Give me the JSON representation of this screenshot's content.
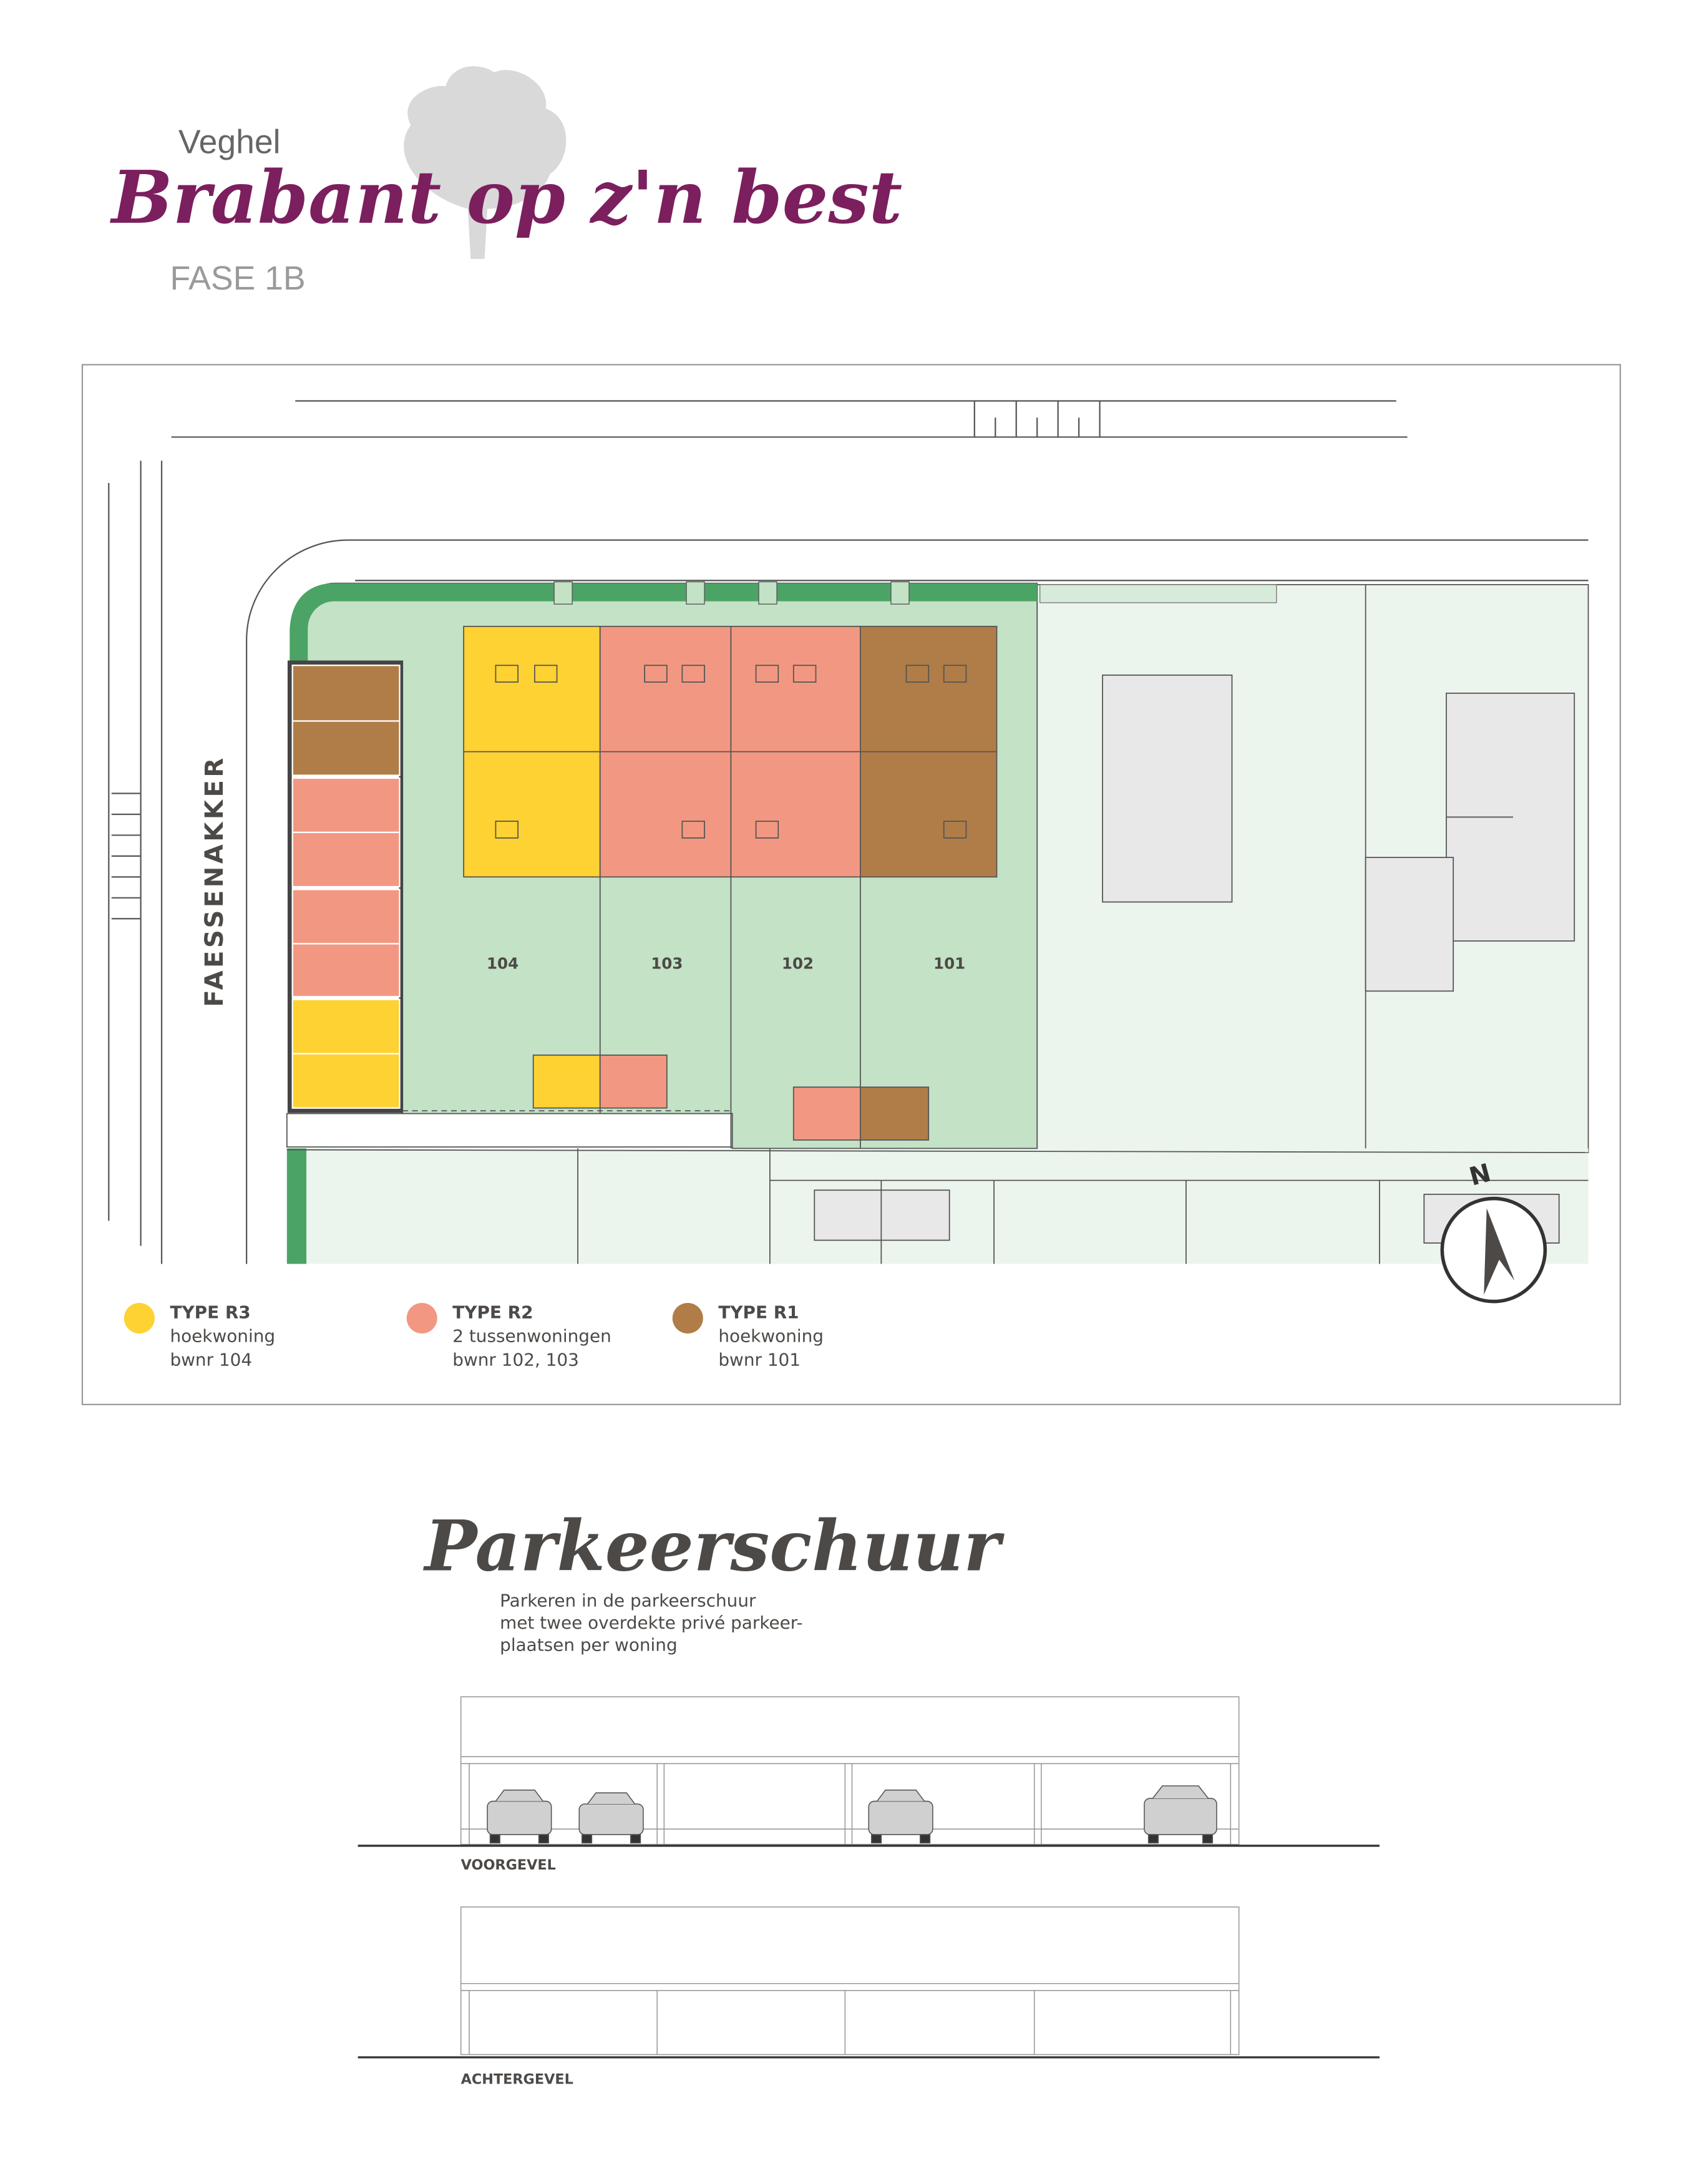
{
  "header": {
    "city": "Veghel",
    "brand": "Brabant op z'n best",
    "phase": "FASE 1B"
  },
  "map": {
    "street_label": "FAESSENAKKER",
    "north_label": "N",
    "lots": [
      {
        "number": "104",
        "type": "R3"
      },
      {
        "number": "103",
        "type": "R2"
      },
      {
        "number": "102",
        "type": "R2"
      },
      {
        "number": "101",
        "type": "R1"
      }
    ],
    "legend": [
      {
        "title": "TYPE R3",
        "line1": "hoekwoning",
        "line2": "bwnr 104",
        "color": "#fdd232"
      },
      {
        "title": "TYPE R2",
        "line1": "2 tussenwoningen",
        "line2": "bwnr 102, 103",
        "color": "#f29882"
      },
      {
        "title": "TYPE R1",
        "line1": "hoekwoning",
        "line2": "bwnr 101",
        "color": "#b07d48"
      }
    ],
    "colors": {
      "plot": "#c3e2c6",
      "hedge": "#4ba465",
      "neighbour": "#ecf5ed",
      "building": "#e8e8e8"
    }
  },
  "parking": {
    "title": "Parkeerschuur",
    "desc1": "Parkeren in de parkeerschuur",
    "desc2": "met twee overdekte privé parkeer-",
    "desc3": "plaatsen per woning",
    "front_label": "VOORGEVEL",
    "back_label": "ACHTERGEVEL"
  },
  "colors": {
    "brand": "#7b1f5e",
    "text": "#4d4946"
  }
}
